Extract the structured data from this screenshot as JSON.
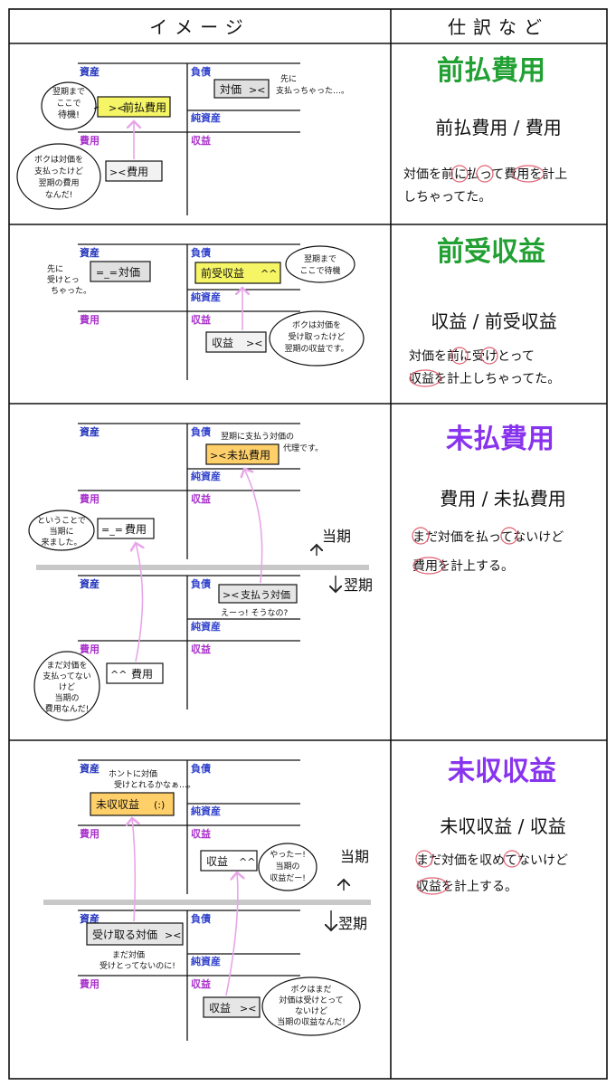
{
  "header": {
    "col1": "イメージ",
    "col2": "仕訳など"
  },
  "labels": {
    "assets": "資産",
    "liabilities": "負債",
    "net_assets": "純資産",
    "expenses": "費用",
    "revenue": "収益"
  },
  "periods": {
    "current": "当期",
    "next": "翌期"
  },
  "colors": {
    "green": "#22a033",
    "purple": "#8833ee",
    "asset_label": "#2233bb",
    "liab_label": "#3344cc",
    "exp_label": "#aa33cc",
    "rev_label": "#aa33cc",
    "accent_yellow": "#f5f566",
    "accent_orange": "#ffd06a",
    "arrow": "#e8a6e8",
    "circle": "#e06070",
    "divider": "#c8c8c8"
  },
  "sections": [
    {
      "title": "前払費用",
      "title_color": "green",
      "journal": "前払費用 / 費用",
      "desc_line1": "対価を前に払って費用を計上",
      "desc_line2": "しちゃってた。",
      "box_top": "前払費用",
      "box_top_face": "icon-face",
      "box_bottom": "費用",
      "box_liab": "対価",
      "bubble_top": [
        "翌期まで",
        "ここで",
        "待機!"
      ],
      "bubble_bottom": [
        "ボクは対価を",
        "支払ったけど",
        "翌期の費用",
        "なんだ!"
      ],
      "note_right": [
        "先に",
        "支払っちゃった…。"
      ]
    },
    {
      "title": "前受収益",
      "title_color": "green",
      "journal": "収益 / 前受収益",
      "desc_line1": "対価を前に受けとって",
      "desc_line2": "収益を計上しちゃってた。",
      "box_asset": "対価",
      "box_liab": "前受収益",
      "box_rev": "収益",
      "note_left": [
        "先に",
        "受けとっ",
        "ちゃった。"
      ],
      "bubble_top": [
        "翌期まで",
        "ここで待機"
      ],
      "bubble_bottom": [
        "ボクは対価を",
        "受け取ったけど",
        "翌期の収益です。"
      ]
    },
    {
      "title": "未払費用",
      "title_color": "purple",
      "journal": "費用 / 未払費用",
      "desc_line1": "まだ対価を払ってないけど",
      "desc_line2": "費用を計上する。",
      "box_liab": "未払費用",
      "note_liab": [
        "翌期に支払う対価の",
        "代理です。"
      ],
      "box_exp": "費用",
      "bubble_exp": [
        "ということで",
        "当期に",
        "来ました。"
      ],
      "box_next_liab": "支払う対価",
      "note_next_liab": "えーっ! そうなの?",
      "box_next_exp": "費用",
      "bubble_next_exp": [
        "まだ対価を",
        "支払ってない",
        "けど",
        "当期の",
        "費用なんだ!"
      ]
    },
    {
      "title": "未収収益",
      "title_color": "purple",
      "journal": "未収収益 / 収益",
      "desc_line1": "まだ対価を収めてないけど",
      "desc_line2": "収益を計上する。",
      "box_asset": "未収収益",
      "note_asset": [
        "ホントに対価",
        "受けとれるかなぁ…。"
      ],
      "box_rev": "収益",
      "bubble_rev": [
        "やったー!",
        "当期の",
        "収益だー!"
      ],
      "box_next_asset": "受け取る対価",
      "note_next_asset": [
        "まだ対価",
        "受けとってないのに!"
      ],
      "box_next_rev": "収益",
      "bubble_next_rev": [
        "ボクはまだ",
        "対価は受けとって",
        "ないけど",
        "当期の収益なんだ!"
      ]
    }
  ]
}
